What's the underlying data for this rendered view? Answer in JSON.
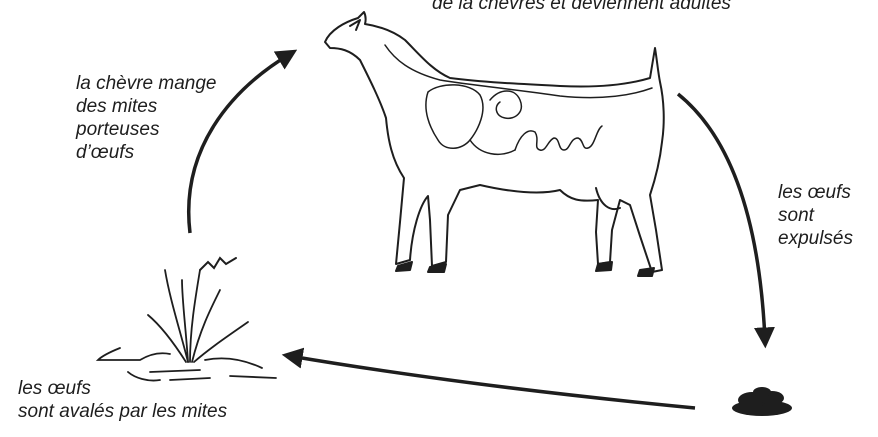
{
  "labels": {
    "top_partial": "de la chèvres et deviennent adultes",
    "goat_eats": [
      "la chèvre mange",
      "des mites",
      "porteuses",
      "d’œufs"
    ],
    "eggs_expelled": [
      "les œufs",
      "sont",
      "expulsés"
    ],
    "eggs_swallowed": [
      "les œufs",
      "sont avalés par les mites"
    ]
  },
  "icons": [
    "goat-illustration",
    "grass-tuft-illustration",
    "dung-pile-illustration",
    "cycle-arrow"
  ],
  "colors": {
    "ink": "#1e1e1e",
    "background": "#ffffff"
  }
}
